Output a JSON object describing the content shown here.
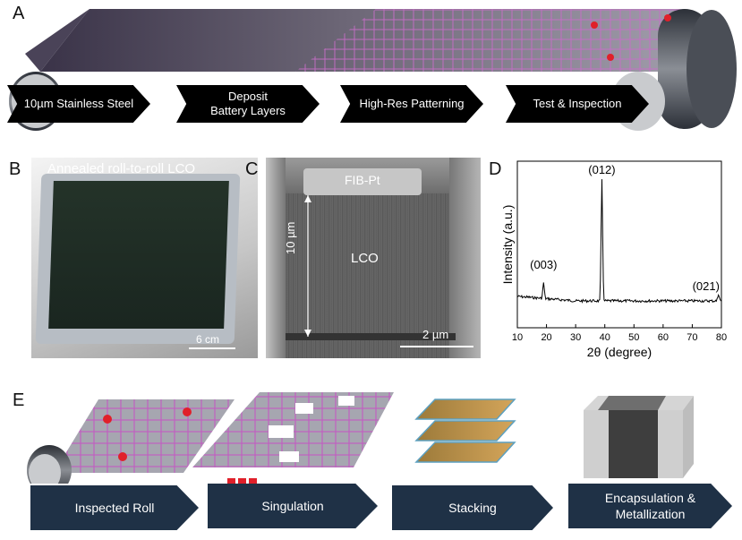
{
  "panels": {
    "a": "A",
    "b": "B",
    "c": "C",
    "d": "D",
    "e": "E"
  },
  "process_a": [
    "10µm Stainless Steel",
    "Deposit\nBattery Layers",
    "High-Res Patterning",
    "Test & Inspection"
  ],
  "photo_b": {
    "caption": "Annealed roll-to-roll LCO",
    "scale": "6 cm"
  },
  "sem_c": {
    "top_label": "FIB-Pt",
    "layer_label": "LCO",
    "thickness": "10 µm",
    "scale": "2 µm"
  },
  "chart_data": {
    "type": "line",
    "xlabel": "2θ (degree)",
    "ylabel": "Intensity (a.u.)",
    "xlim": [
      10,
      80
    ],
    "xticks": [
      10,
      20,
      30,
      40,
      50,
      60,
      70,
      80
    ],
    "peaks": [
      {
        "label": "(003)",
        "x": 19
      },
      {
        "label": "(012)",
        "x": 39
      },
      {
        "label": "(021)",
        "x": 79
      }
    ]
  },
  "process_e": [
    "Inspected Roll",
    "Singulation",
    "Stacking",
    "Encapsulation &\nMetallization"
  ],
  "colors": {
    "black_arrow": "#000000",
    "navy_arrow": "#1f3146",
    "cell": "#a6a6b0",
    "defect": "#e0202a",
    "grid_line": "#c060c0"
  }
}
